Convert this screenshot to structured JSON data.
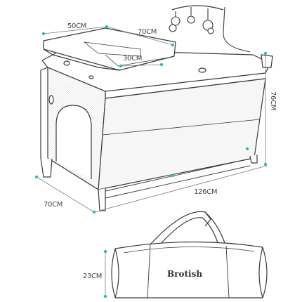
{
  "labels": {
    "changer_depth": "50CM",
    "changer_width": "70CM",
    "bassinet_depth": "30CM",
    "crib_height": "76CM",
    "crib_length": "126CM",
    "crib_depth": "70CM",
    "bag_height": "23CM",
    "brand": "Brotish"
  },
  "colors": {
    "line": "#3a3a3a",
    "dimension_marker": "#20c0c0",
    "mesh": "#e8e8e8"
  }
}
